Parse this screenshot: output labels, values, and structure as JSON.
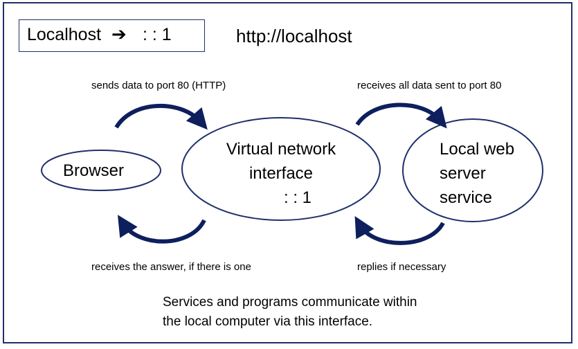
{
  "title_box": {
    "label": "Localhost",
    "arrow": "arrow-right-icon",
    "value": ": : 1"
  },
  "url": "http://localhost",
  "nodes": {
    "browser": {
      "label": "Browser"
    },
    "interface": {
      "lines": [
        "Virtual network",
        "interface",
        ": : 1"
      ]
    },
    "server": {
      "lines": [
        "Local web",
        "server",
        "service"
      ]
    }
  },
  "flows": {
    "browser_to_interface": "sends data to port 80 (HTTP)",
    "interface_to_server": "receives all data sent to port 80",
    "interface_to_browser": "receives the answer, if there is one",
    "server_to_interface": "replies if necessary"
  },
  "caption": {
    "line1": "Services and programs communicate within",
    "line2": "the local computer via this interface."
  },
  "colors": {
    "stroke": "#1f2f6b",
    "arrow": "#0d1f5c"
  }
}
